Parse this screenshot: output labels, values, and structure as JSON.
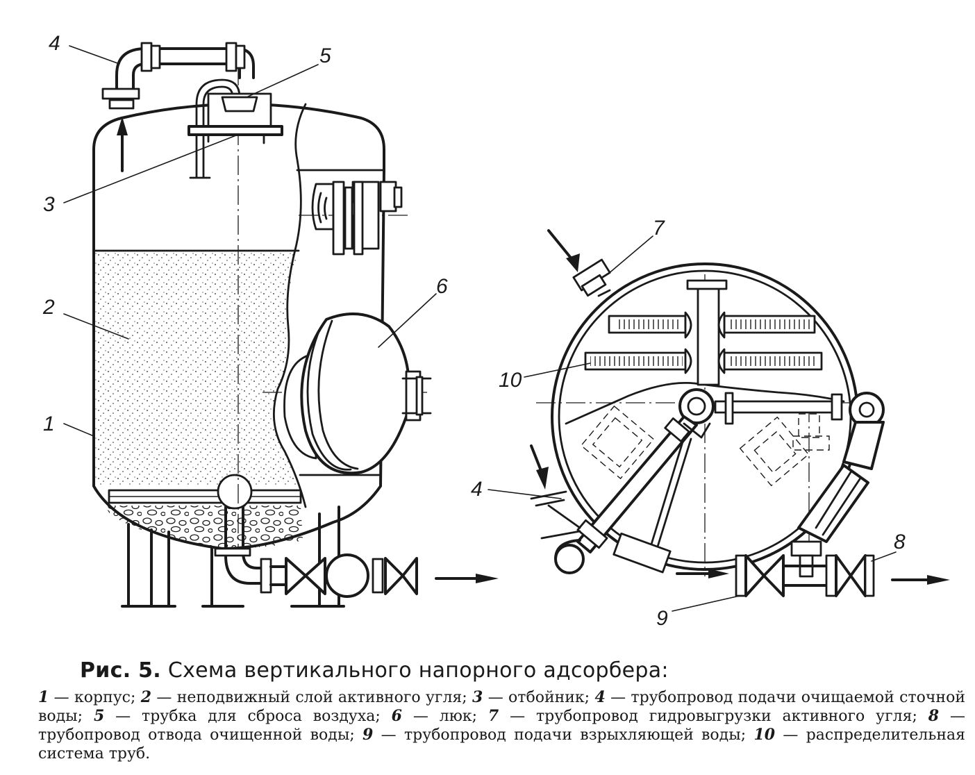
{
  "figure": {
    "labels": [
      "4",
      "5",
      "3",
      "2",
      "1",
      "6",
      "7",
      "10",
      "4",
      "8",
      "9"
    ]
  },
  "caption": {
    "prefix": "Рис. 5.",
    "title": "Схема вертикального напорного адсорбера:",
    "legend": [
      {
        "n": "1",
        "text": "— корпус;"
      },
      {
        "n": "2",
        "text": "— неподвижный слой активного угля;"
      },
      {
        "n": "3",
        "text": "— отбойник;"
      },
      {
        "n": "4",
        "text": "— трубопровод подачи очищаемой сточной воды;"
      },
      {
        "n": "5",
        "text": "— трубка для сброса воздуха;"
      },
      {
        "n": "6",
        "text": "— люк;"
      },
      {
        "n": "7",
        "text": "— трубопровод гидровыгрузки активного угля;"
      },
      {
        "n": "8",
        "text": "— трубопровод отвода очищенной воды;"
      },
      {
        "n": "9",
        "text": "— трубопровод подачи взрыхляющей воды;"
      },
      {
        "n": "10",
        "text": "— распределительная система труб."
      }
    ]
  }
}
